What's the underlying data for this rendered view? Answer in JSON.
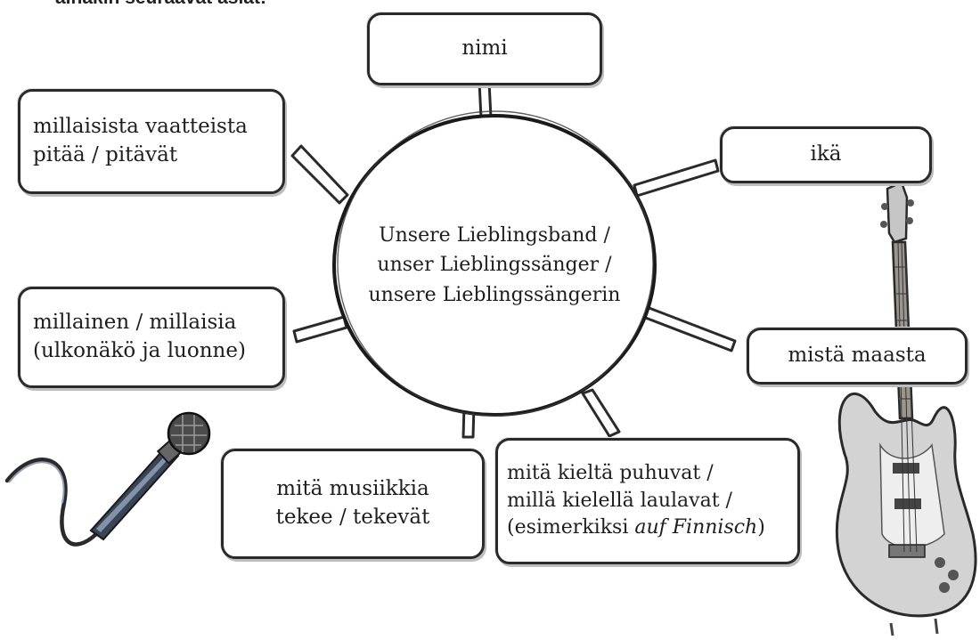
{
  "header": {
    "text": "ainakin seuraavat asiat:"
  },
  "center": {
    "lines": [
      "Unsere Lieblingsband /",
      "unser Lieblingssänger /",
      "unsere Lieblingssängerin"
    ]
  },
  "boxes": {
    "name": {
      "lines": [
        "nimi"
      ]
    },
    "age": {
      "lines": [
        "ikä"
      ]
    },
    "country": {
      "lines": [
        "mistä maasta"
      ]
    },
    "clothes": {
      "lines": [
        "millaisista vaatteista",
        "pitää / pitävät"
      ]
    },
    "appearance": {
      "lines": [
        "millainen / millaisia",
        "(ulkonäkö ja luonne)"
      ]
    },
    "music": {
      "lines": [
        "mitä musiikkia",
        "tekee / tekevät"
      ]
    },
    "language": {
      "lines": [
        "mitä kieltä puhuvat /",
        "millä kielellä laulavat /"
      ],
      "example_prefix": "(esimerkiksi ",
      "example_italic": "auf Finnisch",
      "example_suffix": ")"
    }
  },
  "illustrations": [
    "microphone-illustration",
    "electric-guitar-illustration"
  ]
}
